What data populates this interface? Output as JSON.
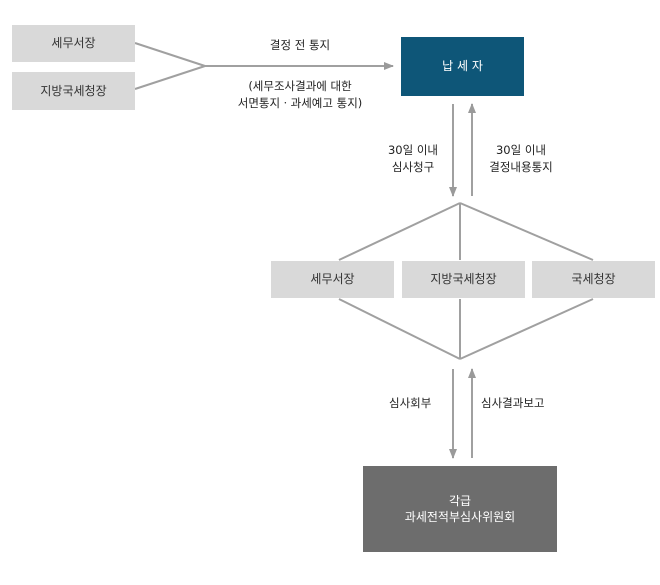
{
  "nodes": {
    "tax_office_top": "세무서장",
    "regional_office_top": "지방국세청장",
    "taxpayer": "납 세 자",
    "tax_office": "세무서장",
    "regional_office": "지방국세청장",
    "nts": "국세청장",
    "committee_line1": "각급",
    "committee_line2": "과세전적부심사위원회"
  },
  "edges": {
    "notice_title": "결정 전 통지",
    "notice_sub1": "(세무조사결과에 대한",
    "notice_sub2": "서면통지ㆍ과세예고 통지)",
    "request_line1": "30일 이내",
    "request_line2": "심사청구",
    "decision_line1": "30일 이내",
    "decision_line2": "결정내용통지",
    "refer": "심사회부",
    "report": "심사결과보고"
  }
}
